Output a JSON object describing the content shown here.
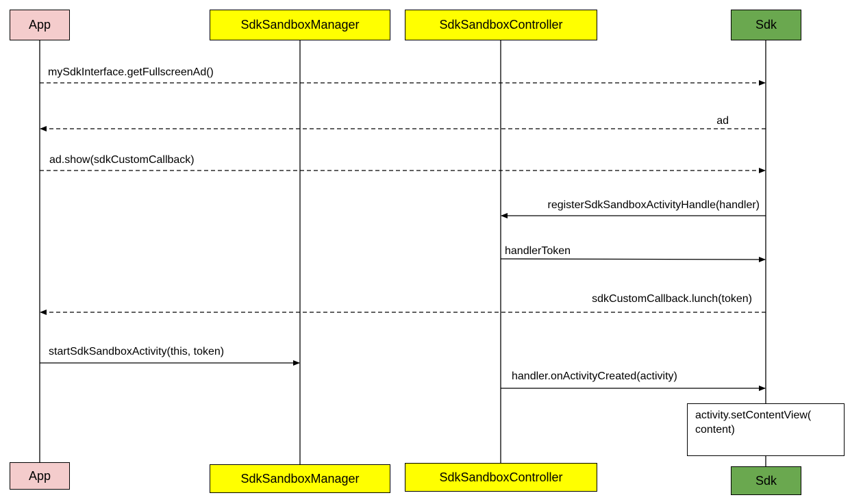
{
  "participants": [
    {
      "id": "app",
      "label": "App",
      "fill": "#f4cccc"
    },
    {
      "id": "manager",
      "label": "SdkSandboxManager",
      "fill": "#ffff00"
    },
    {
      "id": "controller",
      "label": "SdkSandboxController",
      "fill": "#ffff00"
    },
    {
      "id": "sdk",
      "label": "Sdk",
      "fill": "#6aa84f"
    }
  ],
  "messages": [
    {
      "label": "mySdkInterface.getFullscreenAd()",
      "from": "app",
      "to": "sdk",
      "style": "dashed"
    },
    {
      "label": "ad",
      "from": "sdk",
      "to": "app",
      "style": "dashed"
    },
    {
      "label": "ad.show(sdkCustomCallback)",
      "from": "app",
      "to": "sdk",
      "style": "dashed"
    },
    {
      "label": "registerSdkSandboxActivityHandle(handler)",
      "from": "sdk",
      "to": "controller",
      "style": "solid"
    },
    {
      "label": "handlerToken",
      "from": "controller",
      "to": "sdk",
      "style": "solid"
    },
    {
      "label": "sdkCustomCallback.lunch(token)",
      "from": "sdk",
      "to": "app",
      "style": "dashed"
    },
    {
      "label": "startSdkSandboxActivity(this, token)",
      "from": "app",
      "to": "manager",
      "style": "solid"
    },
    {
      "label": "handler.onActivityCreated(activity)",
      "from": "controller",
      "to": "sdk",
      "style": "solid"
    }
  ],
  "note": {
    "lines": [
      "activity.setContentView(",
      "content)"
    ],
    "on": "sdk"
  }
}
